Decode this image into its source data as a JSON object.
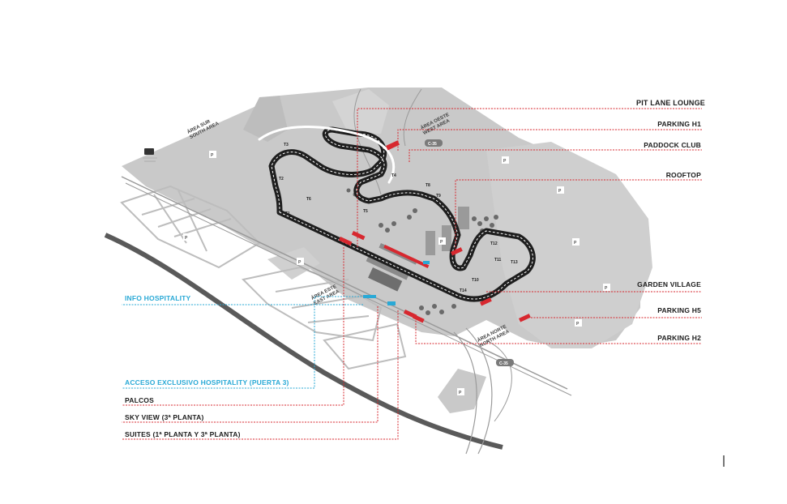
{
  "labels": {
    "pit_lane_lounge": "PIT LANE LOUNGE",
    "parking_h1": "PARKING H1",
    "paddock_club": "PADDOCK CLUB",
    "rooftop": "ROOFTOP",
    "garden_village": "GARDEN VILLAGE",
    "parking_h5": "PARKING H5",
    "parking_h2": "PARKING H2",
    "info_hospitality": "INFO HOSPITALITY",
    "acceso_exclusivo": "ACCESO EXCLUSIVO HOSPITALITY (PUERTA 3)",
    "palcos": "PALCOS",
    "sky_view": "SKY VIEW (3ª PLANTA)",
    "suites": "SUITES (1ª PLANTA Y 3ª PLANTA)"
  },
  "zones": {
    "area_sur": "ÁREA SUR",
    "south_area": "SOUTH AREA",
    "area_oeste": "ÁREA OESTE",
    "west_area": "WEST AREA",
    "area_este": "ÁREA ESTE",
    "east_area": "EAST AREA",
    "area_norte": "ÁREA NORTE",
    "north_area": "NORTH AREA"
  },
  "roads": {
    "c35_top": "C-35",
    "c35_bottom": "C-35"
  },
  "turns": [
    "T1",
    "T2",
    "T3",
    "T4",
    "T5",
    "T6",
    "T7",
    "T8",
    "T9",
    "T10",
    "T11",
    "T12",
    "T13",
    "T14"
  ],
  "parking_letter": "P",
  "colors": {
    "red_accent": "#d7282f",
    "blue_accent": "#29a9d6",
    "track": "#1e1e1e",
    "ground": "#c9c9c9",
    "ground_light": "#dcdcdc"
  }
}
